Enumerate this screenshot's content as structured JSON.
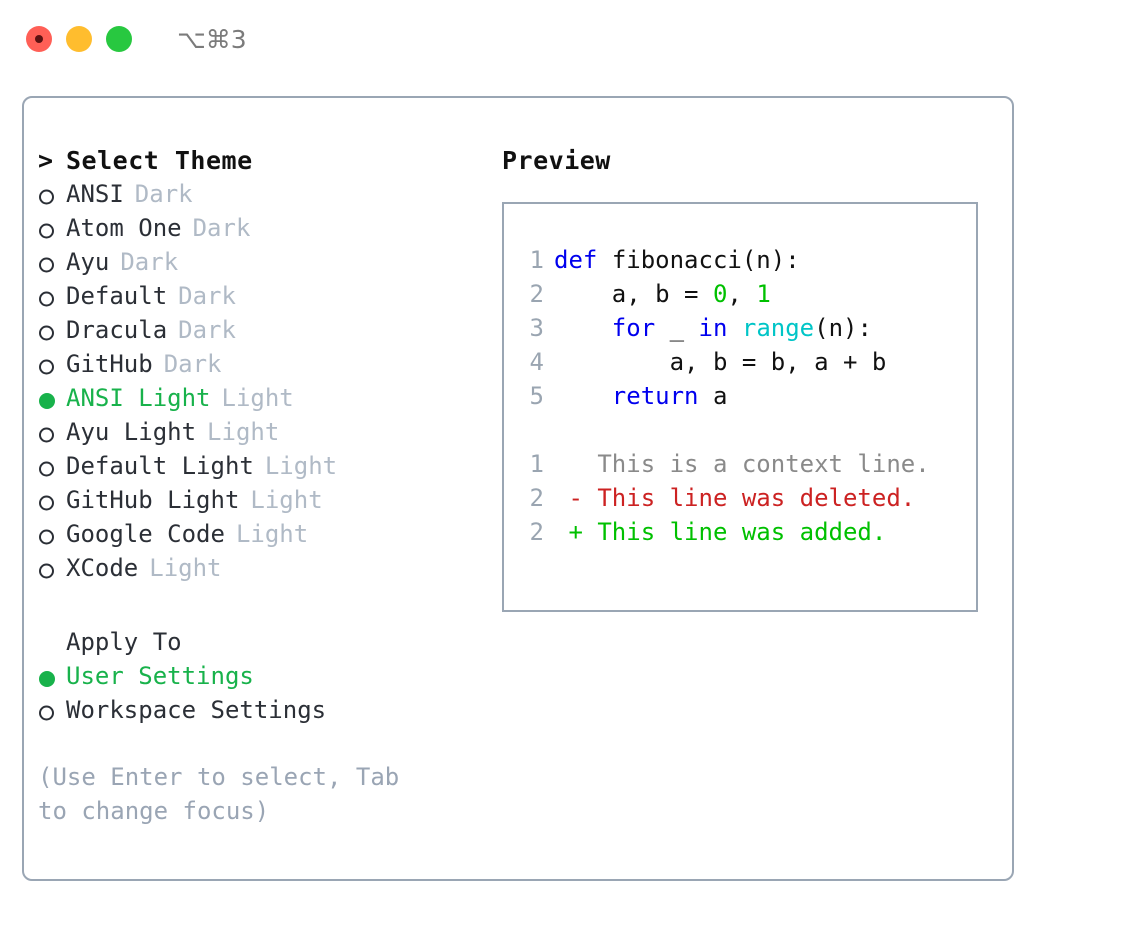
{
  "window": {
    "title": "⌥⌘3",
    "controls": [
      {
        "name": "close",
        "color": "#ff5f56",
        "recording": true
      },
      {
        "name": "minimize",
        "color": "#ffbd2e",
        "recording": false
      },
      {
        "name": "zoom",
        "color": "#28c840",
        "recording": false
      }
    ]
  },
  "colors": {
    "accent_selected": "#18b24b",
    "panel_border": "#9aa6b4",
    "badge_text": "#b0bac6",
    "line_number": "#9aa5b1",
    "keyword": "#0000ee",
    "function": "#00c5c7",
    "number": "#00c000",
    "diff_added": "#00c000",
    "diff_deleted": "#cc2222",
    "diff_context": "#8a8a8a",
    "hint_text": "#9aa5b4"
  },
  "theme_picker": {
    "caret": ">",
    "heading": "Select Theme",
    "bullet_selected": "●",
    "bullet_unselected": "○",
    "options": [
      {
        "name": "ANSI",
        "badge": "Dark",
        "selected": false
      },
      {
        "name": "Atom One",
        "badge": "Dark",
        "selected": false
      },
      {
        "name": "Ayu",
        "badge": "Dark",
        "selected": false
      },
      {
        "name": "Default",
        "badge": "Dark",
        "selected": false
      },
      {
        "name": "Dracula",
        "badge": "Dark",
        "selected": false
      },
      {
        "name": "GitHub",
        "badge": "Dark",
        "selected": false
      },
      {
        "name": "ANSI Light",
        "badge": "Light",
        "selected": true
      },
      {
        "name": "Ayu Light",
        "badge": "Light",
        "selected": false
      },
      {
        "name": "Default Light",
        "badge": "Light",
        "selected": false
      },
      {
        "name": "GitHub Light",
        "badge": "Light",
        "selected": false
      },
      {
        "name": "Google Code",
        "badge": "Light",
        "selected": false
      },
      {
        "name": "XCode",
        "badge": "Light",
        "selected": false
      }
    ]
  },
  "apply_to": {
    "heading": "Apply To",
    "options": [
      {
        "name": "User Settings",
        "selected": true
      },
      {
        "name": "Workspace Settings",
        "selected": false
      }
    ]
  },
  "hint": "(Use Enter to select, Tab to change focus)",
  "preview": {
    "heading": "Preview",
    "code_lines": [
      {
        "lineno": "1",
        "tokens": [
          {
            "t": "def",
            "k": "kw"
          },
          {
            "t": " ",
            "k": "plain"
          },
          {
            "t": "fibonacci(n):",
            "k": "plain"
          }
        ]
      },
      {
        "lineno": "2",
        "tokens": [
          {
            "t": "    a, b = ",
            "k": "plain"
          },
          {
            "t": "0",
            "k": "num"
          },
          {
            "t": ", ",
            "k": "plain"
          },
          {
            "t": "1",
            "k": "num"
          }
        ]
      },
      {
        "lineno": "3",
        "tokens": [
          {
            "t": "    ",
            "k": "plain"
          },
          {
            "t": "for",
            "k": "kw"
          },
          {
            "t": " _ ",
            "k": "plain"
          },
          {
            "t": "in",
            "k": "kw"
          },
          {
            "t": " ",
            "k": "plain"
          },
          {
            "t": "range",
            "k": "fn"
          },
          {
            "t": "(n):",
            "k": "plain"
          }
        ]
      },
      {
        "lineno": "4",
        "tokens": [
          {
            "t": "        a, b = b, a + b",
            "k": "plain"
          }
        ]
      },
      {
        "lineno": "5",
        "tokens": [
          {
            "t": "    ",
            "k": "plain"
          },
          {
            "t": "return",
            "k": "kw"
          },
          {
            "t": " a",
            "k": "plain"
          }
        ]
      }
    ],
    "diff_lines": [
      {
        "lineno": "1",
        "marker": " ",
        "text": "This is a context line.",
        "kind": "context"
      },
      {
        "lineno": "2",
        "marker": "-",
        "text": "This line was deleted.",
        "kind": "deleted"
      },
      {
        "lineno": "2",
        "marker": "+",
        "text": "This line was added.",
        "kind": "added"
      }
    ]
  }
}
